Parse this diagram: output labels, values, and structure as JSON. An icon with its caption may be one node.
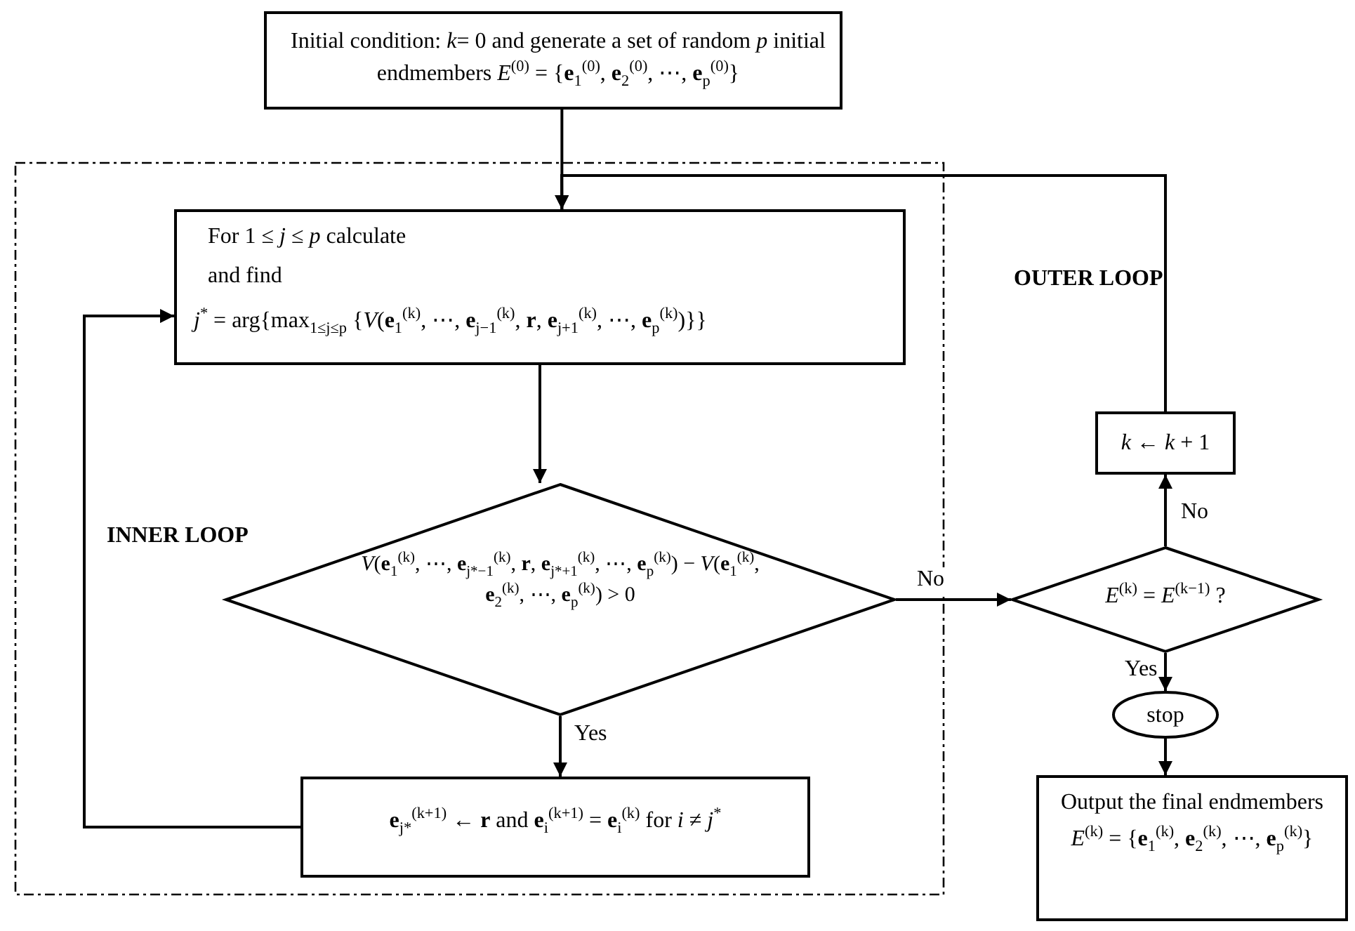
{
  "diagram": {
    "nodes": [
      {
        "text": [
          "Initial condition: *k*= 0 and generate a set of random *p* initial endmembers *E*$^{(0)}$ = {**e**$_{1}$$^{(0)}$, **e**$_{2}$$^{(0)}$, ⋯, **e**$_{p}$$^{(0)}$}"
        ]
      },
      {
        "text": [
          "INNER LOOP"
        ]
      },
      {
        "text": [
          "For 1 ≤ *j* ≤ *p* calculate",
          "and find",
          "*j*$^{*}$ = arg{max$_{1≤j≤p}$ {*V*(**e**$_{1}$$^{(k)}$, ⋯, **e**$_{j−1}$$^{(k)}$, **r**, **e**$_{j+1}$$^{(k)}$, ⋯, **e**$_{p}$$^{(k)}$)}}"
        ],
        "in": 1
      },
      {
        "text": [
          "*V*(**e**$_{1}$$^{(k)}$, ⋯, **e**$_{j*−1}$$^{(k)}$, **r**, **e**$_{j*+1}$$^{(k)}$, ⋯, **e**$_{p}$$^{(k)}$) − *V*(**e**$_{1}$$^{(k)}$, **e**$_{2}$$^{(k)}$, ⋯, **e**$_{p}$$^{(k)}$) > 0"
        ],
        "in": 1
      },
      {
        "text": [
          "**e**$_{j*}$$^{(k+1)}$ ← **r** and **e**$_{i}$$^{(k+1)}$ = **e**$_{i}$$^{(k)}$ for *i* ≠ *j*$^{*}$"
        ],
        "in": 1
      },
      {
        "text": [
          "*k* ← *k* + 1"
        ]
      },
      {
        "text": [
          "*E*$^{(k)}$ = *E*$^{(k−1)}$ ?"
        ]
      },
      {
        "text": [
          "stop"
        ]
      },
      {
        "text": [
          "Output the final endmembers",
          "*E*$^{(k)}$ = {**e**$_{1}$$^{(k)}$, **e**$_{2}$$^{(k)}$, ⋯, **e**$_{p}$$^{(k)}$}"
        ]
      }
    ],
    "edges": [
      {
        "from": 0,
        "to": 2,
        "arrow": "to"
      },
      {
        "from": 5,
        "to": 2,
        "arrow": "to"
      },
      {
        "from": 2,
        "to": 3,
        "arrow": "to"
      },
      {
        "from": 3,
        "to": 4,
        "arrow": "to",
        "label": "Yes"
      },
      {
        "from": 4,
        "to": 2,
        "arrow": "to"
      },
      {
        "from": 3,
        "to": 6,
        "arrow": "to",
        "label": "No"
      },
      {
        "from": 6,
        "to": 5,
        "arrow": "to",
        "label": "No"
      },
      {
        "from": 6,
        "to": 7,
        "arrow": "to",
        "label": "Yes"
      },
      {
        "from": 7,
        "to": 8,
        "arrow": "to"
      }
    ],
    "labels": [
      "OUTER LOOP"
    ]
  }
}
